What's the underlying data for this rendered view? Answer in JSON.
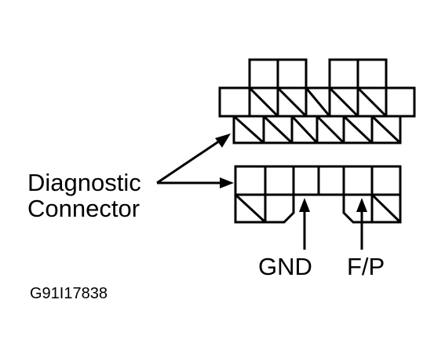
{
  "labels": {
    "connector_line1": "Diagnostic",
    "connector_line2": "Connector",
    "gnd": "GND",
    "fp": "F/P",
    "figure_code": "G91I17838"
  },
  "colors": {
    "ink": "#000000",
    "background": "#ffffff"
  }
}
